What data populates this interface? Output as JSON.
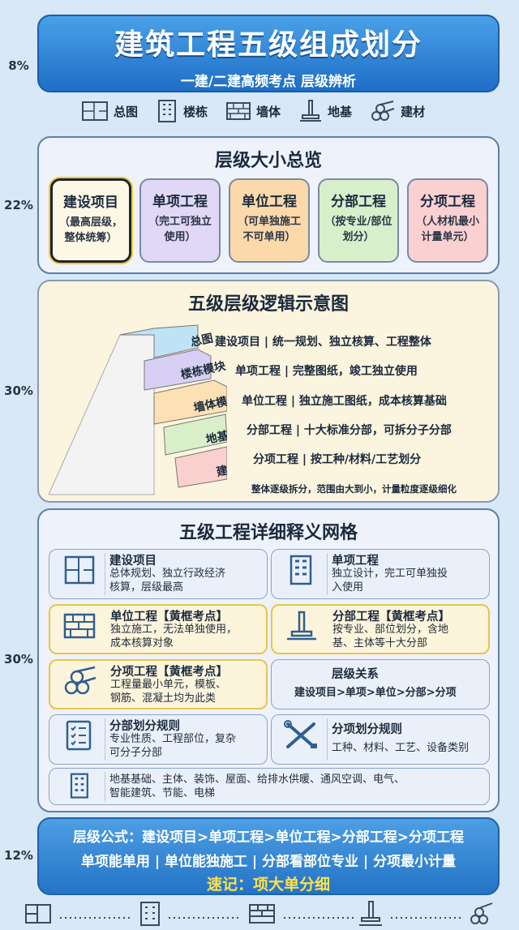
{
  "title": {
    "main": "建筑工程五级组成划分",
    "sub": "一建/二建高频考点 层级辨析"
  },
  "legend": [
    {
      "icon": "plan-icon",
      "label": "总图"
    },
    {
      "icon": "building-icon",
      "label": "楼栋"
    },
    {
      "icon": "brick-wall-icon",
      "label": "墙体"
    },
    {
      "icon": "foundation-icon",
      "label": "地基"
    },
    {
      "icon": "materials-icon",
      "label": "建材"
    }
  ],
  "percents": [
    "8%",
    "22%",
    "30%",
    "30%",
    "12%"
  ],
  "overview": {
    "title": "层级大小总览",
    "levels": [
      {
        "name": "建设项目",
        "desc": "（最高层级，整体统筹）",
        "color": "#fdf7e6"
      },
      {
        "name": "单项工程",
        "desc": "（完工可独立使用）",
        "color": "#e0d8f6"
      },
      {
        "name": "单位工程",
        "desc": "（可单独施工不可单用）",
        "color": "#fbd9ab"
      },
      {
        "name": "分部工程",
        "desc": "（按专业/部位划分）",
        "color": "#d8efcb"
      },
      {
        "name": "分项工程",
        "desc": "（人材机最小计量单元）",
        "color": "#fbd0d0"
      }
    ]
  },
  "logic": {
    "title": "五级层级逻辑示意图",
    "steps": [
      "总图",
      "楼栋模块",
      "墙体模块",
      "地基模块",
      "建材构件"
    ],
    "lines": [
      "建设项目 | 统一规划、独立核算、工程整体",
      "单项工程 | 完整图纸，竣工独立使用",
      "单位工程 | 独立施工图纸，成本核算基础",
      "分部工程 | 十大标准分部，可拆分子分部",
      "分项工程 | 按工种/材料/工艺划分"
    ],
    "footnote": "整体逐级拆分，范围由大到小，计量粒度逐级细化"
  },
  "grid": {
    "title": "五级工程详细释义网格",
    "cells": [
      {
        "icon": "plan-icon",
        "title": "建设项目",
        "desc": [
          "总体规划、独立行政经济",
          "核算，层级最高"
        ]
      },
      {
        "icon": "building-icon",
        "title": "单项工程",
        "desc": [
          "独立设计，完工可单独投",
          "入使用"
        ]
      },
      {
        "icon": "brick-wall-icon",
        "title": "单位工程【黄框考点】",
        "desc": [
          "独立施工，无法单独使用，",
          "成本核算对象"
        ]
      },
      {
        "icon": "foundation-icon",
        "title": "分部工程【黄框考点】",
        "desc": [
          "按专业、部位划分，含地",
          "基、主体等十大分部"
        ]
      },
      {
        "icon": "materials-icon",
        "title": "分项工程【黄框考点】",
        "desc": [
          "工程量最小单元，模板、",
          "钢筋、混凝土均为此类"
        ]
      },
      {
        "icon": "",
        "title": "层级关系",
        "desc": [
          "建设项目>单项>单位>分部>分项"
        ]
      },
      {
        "icon": "checklist-icon",
        "title": "分部划分规则",
        "desc": [
          "专业性质、工程部位，复杂",
          "可分子分部"
        ]
      },
      {
        "icon": "tools-icon",
        "title": "分项划分规则",
        "desc": [
          "工种、材料、工艺、设备类别"
        ]
      },
      {
        "icon": "building-icon",
        "title": "",
        "desc": [
          "地基基础、主体、装饰、屋面、给排水供暖、通风空调、电气、",
          "智能建筑、节能、电梯"
        ]
      }
    ]
  },
  "formula": {
    "line1": "层级公式：建设项目>单项工程>单位工程>分部工程>分项工程",
    "line2": "单项能单用 | 单位能独施工 | 分部看部位专业 | 分项最小计量",
    "line3": "速记：项大单分细"
  },
  "colors": {
    "accent": "#2474c7",
    "highlight": "#e8c54a"
  }
}
